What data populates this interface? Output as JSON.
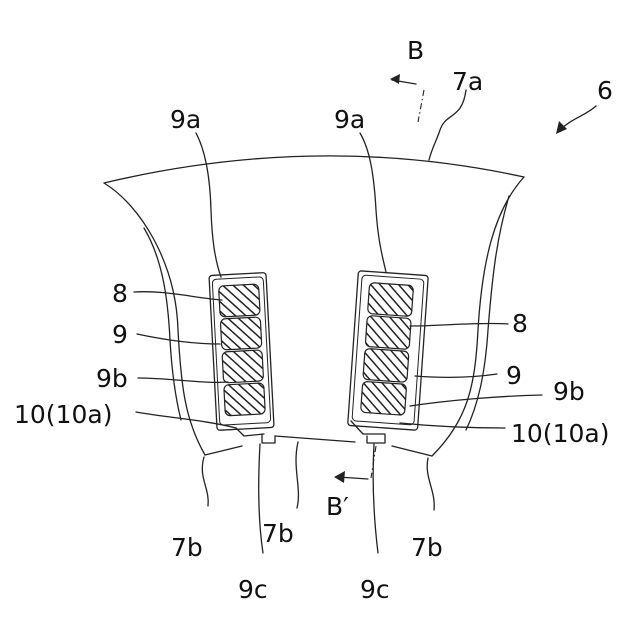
{
  "figure": {
    "ref_numeral": "6",
    "section_marks": {
      "top": "B",
      "bottom": "B′"
    },
    "labels": {
      "core_top": "7a",
      "slit_left": "9a",
      "slit_right": "9a",
      "magnet_left": "8",
      "magnet_right": "8",
      "hole_left": "9",
      "hole_right": "9",
      "bridge_left": "9b",
      "bridge_right": "9b",
      "resin_left": "10(10a)",
      "resin_right": "10(10a)",
      "rib_left": "7b",
      "rib_center": "7b",
      "rib_right": "7b",
      "gap_left": "9c",
      "gap_right": "9c"
    }
  }
}
